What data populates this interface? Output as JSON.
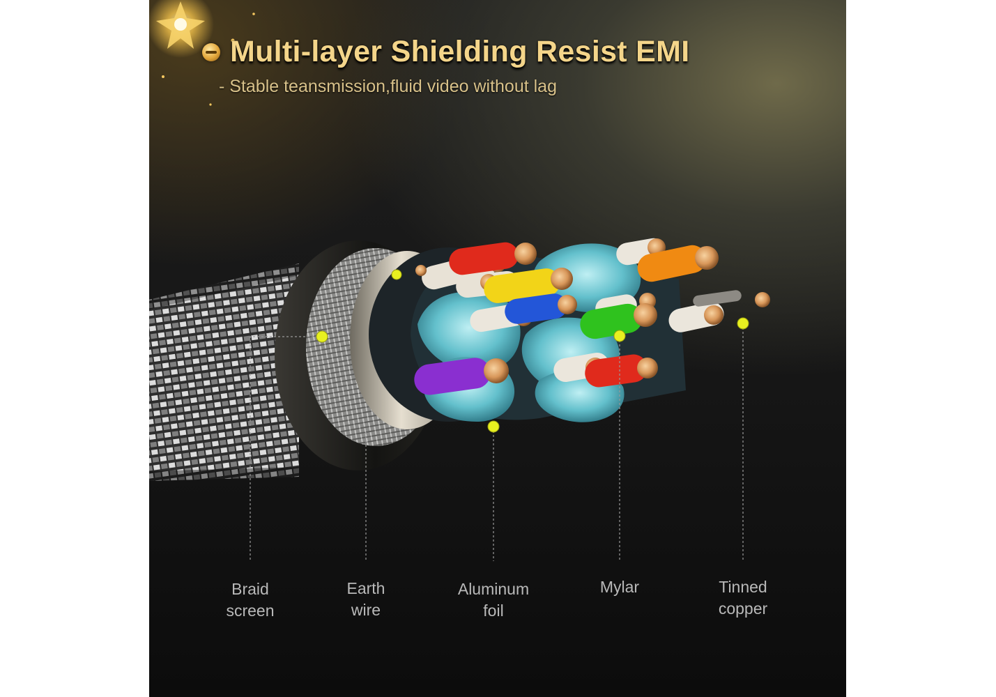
{
  "heading": {
    "title": "Multi-layer Shielding Resist EMI",
    "subtitle": "- Stable teansmission,fluid video without lag"
  },
  "labels": [
    {
      "line1": "Braid",
      "line2": "screen"
    },
    {
      "line1": "Earth",
      "line2": "wire"
    },
    {
      "line1": "Aluminum",
      "line2": "foil"
    },
    {
      "line1": "Mylar",
      "line2": ""
    },
    {
      "line1": "Tinned",
      "line2": "copper"
    }
  ],
  "colors": {
    "title": "#f4d58a",
    "subtitle": "#d9c28a",
    "label": "#b9b9b9",
    "marker": "#e8f020",
    "wire_red": "#e02a1c",
    "wire_orange": "#f08a12",
    "wire_yellow": "#f2d418",
    "wire_blue": "#2356d8",
    "wire_green": "#2fc21e",
    "wire_purple": "#8a2fd0",
    "wire_teal": "#69c7d0"
  }
}
